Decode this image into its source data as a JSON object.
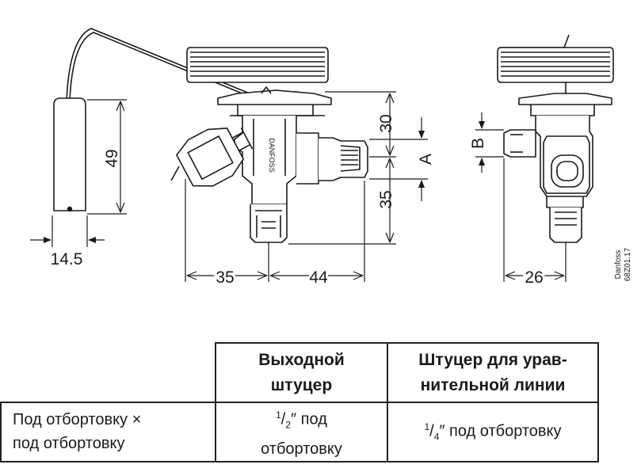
{
  "drawing": {
    "dimensions": {
      "bulb_length": "49",
      "bulb_width": "14.5",
      "height_upper": "30",
      "height_lower": "35",
      "width_left": "35",
      "width_right": "44",
      "side_width": "26",
      "outlet_label": "A",
      "equalizer_label": "B"
    },
    "valve_marking": "DANFOSS",
    "reference": {
      "brand": "Danfoss",
      "code": "68Z01.17"
    }
  },
  "table": {
    "headers": {
      "outlet": [
        "Выходной",
        "штуцер"
      ],
      "equalizer": [
        "Штуцер для урав-",
        "нительной линии"
      ]
    },
    "row": {
      "connection": [
        "Под отбортовку ×",
        "под отбортовку"
      ],
      "outlet_fraction": {
        "numerator": "1",
        "denominator": "2"
      },
      "outlet_suffix": [
        "″ под",
        "отбортовку"
      ],
      "equalizer_fraction": {
        "numerator": "1",
        "denominator": "4"
      },
      "equalizer_suffix": "″ под отбортовку"
    }
  }
}
